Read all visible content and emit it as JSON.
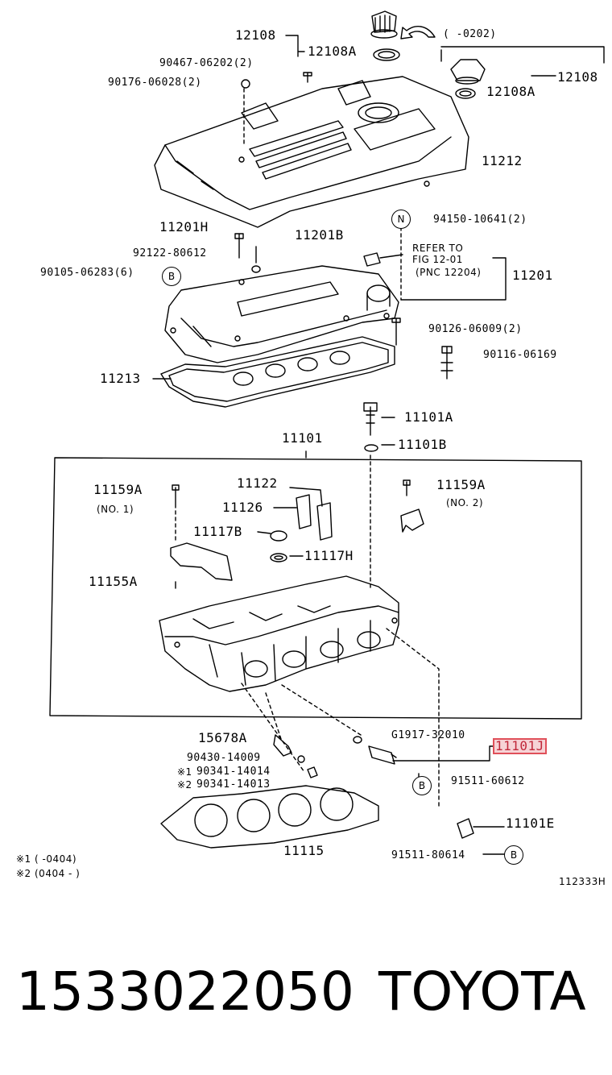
{
  "labels": {
    "p12108_top": "12108",
    "p12108A_top": "12108A",
    "date_range_top": "(      -0202)",
    "p12108_right": "12108",
    "p12108A_right": "12108A",
    "p90467": "90467-06202(2)",
    "p90176": "90176-06028(2)",
    "p11212": "11212",
    "p94150": "94150-10641(2)",
    "p11201H": "11201H",
    "p11201B": "11201B",
    "p92122": "92122-80612",
    "p90105": "90105-06283(6)",
    "refer_line1": "REFER TO",
    "refer_line2": "FIG 12-01",
    "refer_line3": "(PNC 12204)",
    "p11201": "11201",
    "p90126": "90126-06009(2)",
    "p90116": "90116-06169",
    "p11213": "11213",
    "p11101A": "11101A",
    "p11101": "11101",
    "p11101B": "11101B",
    "p11159A_left": "11159A",
    "no1": "(NO. 1)",
    "p11122": "11122",
    "p11126": "11126",
    "p11159A_right": "11159A",
    "no2": "(NO. 2)",
    "p11117B": "11117B",
    "p11117H": "11117H",
    "p11155A": "11155A",
    "p15678A": "15678A",
    "pG1917": "G1917-32010",
    "p11101J": "11101J",
    "p90430": "90430-14009",
    "p90341_1": "90341-14014",
    "p90341_2": "90341-14013",
    "mark1": "※1",
    "mark2": "※2",
    "p91511_60612": "91511-60612",
    "p11101E": "11101E",
    "p11115": "11115",
    "p91511_80614": "91511-80614",
    "note1": "※1 (      -0404)",
    "note2": "※2 (0404 -      )",
    "fig_code": "112333H",
    "circle_N": "N",
    "circle_B": "B"
  },
  "footer": {
    "part_number": "1533022050",
    "brand": "TOYOTA"
  },
  "highlight_color": "#e0505a"
}
